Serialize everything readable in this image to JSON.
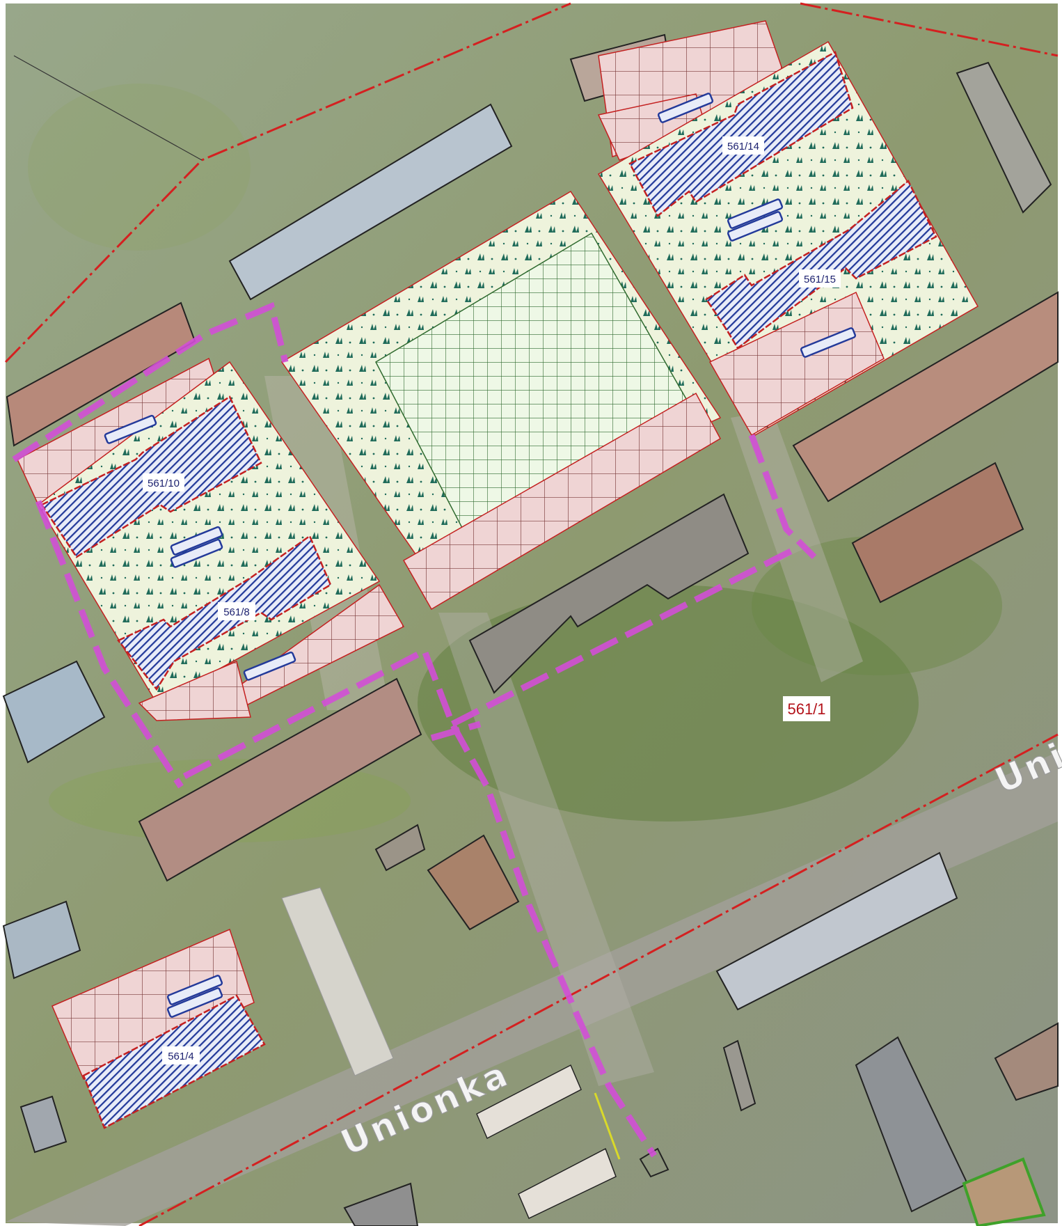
{
  "map": {
    "plots": {
      "p_561_14": "561/14",
      "p_561_15": "561/15",
      "p_561_10": "561/10",
      "p_561_8": "561/8",
      "p_561_4": "561/4",
      "p_561_1": "561/1"
    },
    "street": "Unionka",
    "street_partial": "Uni"
  },
  "colors": {
    "background": "#8b9a72",
    "path_line": "#d24fd6",
    "boundary": "#d42020",
    "building_hatch": "#233a9a",
    "paving": "#f0d6d6",
    "greenery": "#eef3dc",
    "playground_grid": "#2f6a2f"
  },
  "icons": [
    "parking-icon",
    "tree-icon"
  ]
}
